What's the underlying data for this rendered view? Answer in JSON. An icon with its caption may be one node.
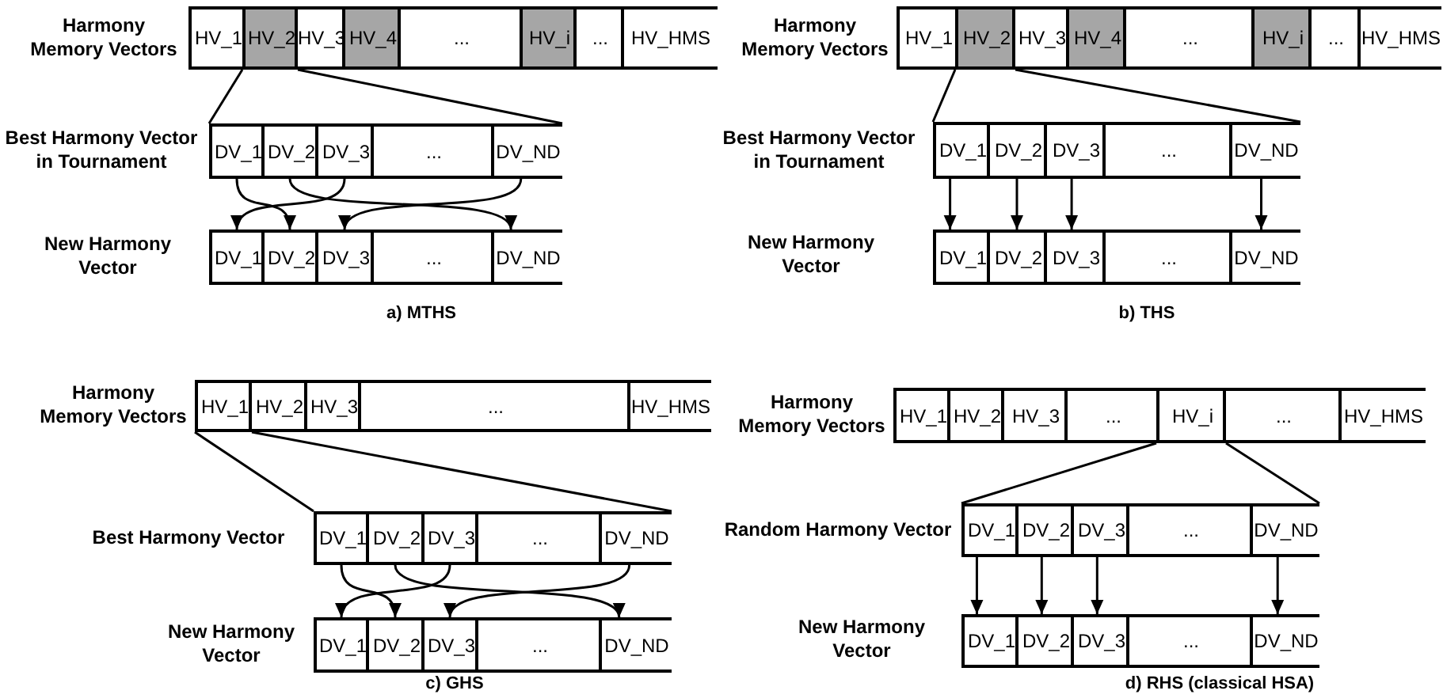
{
  "diagram": {
    "nodes": [
      {
        "text": [],
        "shape": "bar",
        "beside": [
          "Harmony Memory Vectors"
        ]
      },
      {
        "text": [
          "HV_1"
        ],
        "in": 0
      },
      {
        "text": [
          "HV_2"
        ],
        "in": 0
      },
      {
        "text": [
          "HV_3"
        ],
        "in": 0
      },
      {
        "text": [
          "HV_4"
        ],
        "in": 0
      },
      {
        "text": [
          "..."
        ],
        "in": 0
      },
      {
        "text": [
          "HV_i"
        ],
        "in": 0
      },
      {
        "text": [
          "..."
        ],
        "in": 0
      },
      {
        "text": [
          "HV_HMS"
        ],
        "in": 0
      },
      {
        "text": [],
        "shape": "bar",
        "beside": [
          "Best Harmony Vector in Tournament"
        ]
      },
      {
        "text": [
          "DV_1"
        ],
        "in": 9
      },
      {
        "text": [
          "DV_2"
        ],
        "in": 9
      },
      {
        "text": [
          "DV_3"
        ],
        "in": 9
      },
      {
        "text": [
          "..."
        ],
        "in": 9
      },
      {
        "text": [
          "DV_ND"
        ],
        "in": 9
      },
      {
        "text": [],
        "shape": "bar",
        "beside": [
          "New Harmony Vector"
        ]
      },
      {
        "text": [
          "DV_1"
        ],
        "in": 15
      },
      {
        "text": [
          "DV_2"
        ],
        "in": 15
      },
      {
        "text": [
          "DV_3"
        ],
        "in": 15
      },
      {
        "text": [
          "..."
        ],
        "in": 15
      },
      {
        "text": [
          "DV_ND"
        ],
        "in": 15
      },
      {
        "text": [],
        "shape": "bar",
        "beside": [
          "Harmony Memory Vectors"
        ]
      },
      {
        "text": [
          "HV_1"
        ],
        "in": 21
      },
      {
        "text": [
          "HV_2"
        ],
        "in": 21
      },
      {
        "text": [
          "HV_3"
        ],
        "in": 21
      },
      {
        "text": [
          "HV_4"
        ],
        "in": 21
      },
      {
        "text": [
          "..."
        ],
        "in": 21
      },
      {
        "text": [
          "HV_i"
        ],
        "in": 21
      },
      {
        "text": [
          "..."
        ],
        "in": 21
      },
      {
        "text": [
          "HV_HMS"
        ],
        "in": 21
      },
      {
        "text": [],
        "shape": "bar",
        "beside": [
          "Best Harmony Vector in Tournament"
        ]
      },
      {
        "text": [
          "DV_1"
        ],
        "in": 30
      },
      {
        "text": [
          "DV_2"
        ],
        "in": 30
      },
      {
        "text": [
          "DV_3"
        ],
        "in": 30
      },
      {
        "text": [
          "..."
        ],
        "in": 30
      },
      {
        "text": [
          "DV_ND"
        ],
        "in": 30
      },
      {
        "text": [],
        "shape": "bar",
        "beside": [
          "New Harmony Vector"
        ]
      },
      {
        "text": [
          "DV_1"
        ],
        "in": 36
      },
      {
        "text": [
          "DV_2"
        ],
        "in": 36
      },
      {
        "text": [
          "DV_3"
        ],
        "in": 36
      },
      {
        "text": [
          "..."
        ],
        "in": 36
      },
      {
        "text": [
          "DV_ND"
        ],
        "in": 36
      },
      {
        "text": [],
        "shape": "bar",
        "beside": [
          "Harmony Memory Vectors"
        ]
      },
      {
        "text": [
          "HV_1"
        ],
        "in": 42
      },
      {
        "text": [
          "HV_2"
        ],
        "in": 42
      },
      {
        "text": [
          "HV_3"
        ],
        "in": 42
      },
      {
        "text": [
          "..."
        ],
        "in": 42
      },
      {
        "text": [
          "HV_HMS"
        ],
        "in": 42
      },
      {
        "text": [],
        "shape": "bar",
        "beside": [
          "Best Harmony Vector"
        ]
      },
      {
        "text": [
          "DV_1"
        ],
        "in": 48
      },
      {
        "text": [
          "DV_2"
        ],
        "in": 48
      },
      {
        "text": [
          "DV_3"
        ],
        "in": 48
      },
      {
        "text": [
          "..."
        ],
        "in": 48
      },
      {
        "text": [
          "DV_ND"
        ],
        "in": 48
      },
      {
        "text": [],
        "shape": "bar",
        "beside": [
          "New Harmony Vector"
        ]
      },
      {
        "text": [
          "DV_1"
        ],
        "in": 54
      },
      {
        "text": [
          "DV_2"
        ],
        "in": 54
      },
      {
        "text": [
          "DV_3"
        ],
        "in": 54
      },
      {
        "text": [
          "..."
        ],
        "in": 54
      },
      {
        "text": [
          "DV_ND"
        ],
        "in": 54
      },
      {
        "text": [],
        "shape": "bar",
        "beside": [
          "Harmony Memory Vectors"
        ]
      },
      {
        "text": [
          "HV_1"
        ],
        "in": 60
      },
      {
        "text": [
          "HV_2"
        ],
        "in": 60
      },
      {
        "text": [
          "HV_3"
        ],
        "in": 60
      },
      {
        "text": [
          "..."
        ],
        "in": 60
      },
      {
        "text": [
          "HV_i"
        ],
        "in": 60
      },
      {
        "text": [
          "..."
        ],
        "in": 60
      },
      {
        "text": [
          "HV_HMS"
        ],
        "in": 60
      },
      {
        "text": [],
        "shape": "bar",
        "beside": [
          "Random Harmony Vector"
        ]
      },
      {
        "text": [
          "DV_1"
        ],
        "in": 68
      },
      {
        "text": [
          "DV_2"
        ],
        "in": 68
      },
      {
        "text": [
          "DV_3"
        ],
        "in": 68
      },
      {
        "text": [
          "..."
        ],
        "in": 68
      },
      {
        "text": [
          "DV_ND"
        ],
        "in": 68
      },
      {
        "text": [],
        "shape": "bar",
        "beside": [
          "New Harmony Vector"
        ]
      },
      {
        "text": [
          "DV_1"
        ],
        "in": 74
      },
      {
        "text": [
          "DV_2"
        ],
        "in": 74
      },
      {
        "text": [
          "DV_3"
        ],
        "in": 74
      },
      {
        "text": [
          "..."
        ],
        "in": 74
      },
      {
        "text": [
          "DV_ND"
        ],
        "in": 74
      }
    ],
    "edges": [
      {
        "from": 2,
        "to": 9,
        "arrow": "none"
      },
      {
        "from": 2,
        "to": 9,
        "arrow": "none"
      },
      {
        "from": 10,
        "to": 17,
        "arrow": "to"
      },
      {
        "from": 11,
        "to": 20,
        "arrow": "to"
      },
      {
        "from": 12,
        "to": 16,
        "arrow": "to"
      },
      {
        "from": 14,
        "to": 18,
        "arrow": "to"
      },
      {
        "from": 23,
        "to": 30,
        "arrow": "none"
      },
      {
        "from": 23,
        "to": 30,
        "arrow": "none"
      },
      {
        "from": 31,
        "to": 37,
        "arrow": "to"
      },
      {
        "from": 32,
        "to": 38,
        "arrow": "to"
      },
      {
        "from": 33,
        "to": 39,
        "arrow": "to"
      },
      {
        "from": 35,
        "to": 41,
        "arrow": "to"
      },
      {
        "from": 43,
        "to": 48,
        "arrow": "none"
      },
      {
        "from": 43,
        "to": 48,
        "arrow": "none"
      },
      {
        "from": 49,
        "to": 56,
        "arrow": "to"
      },
      {
        "from": 50,
        "to": 59,
        "arrow": "to"
      },
      {
        "from": 51,
        "to": 55,
        "arrow": "to"
      },
      {
        "from": 53,
        "to": 57,
        "arrow": "to"
      },
      {
        "from": 65,
        "to": 68,
        "arrow": "none"
      },
      {
        "from": 65,
        "to": 68,
        "arrow": "none"
      },
      {
        "from": 69,
        "to": 75,
        "arrow": "to"
      },
      {
        "from": 70,
        "to": 76,
        "arrow": "to"
      },
      {
        "from": 71,
        "to": 77,
        "arrow": "to"
      },
      {
        "from": 73,
        "to": 79,
        "arrow": "to"
      }
    ],
    "labels": [
      "a) MTHS",
      "b) THS",
      "c) GHS",
      "d) RHS (classical HSA)"
    ]
  }
}
